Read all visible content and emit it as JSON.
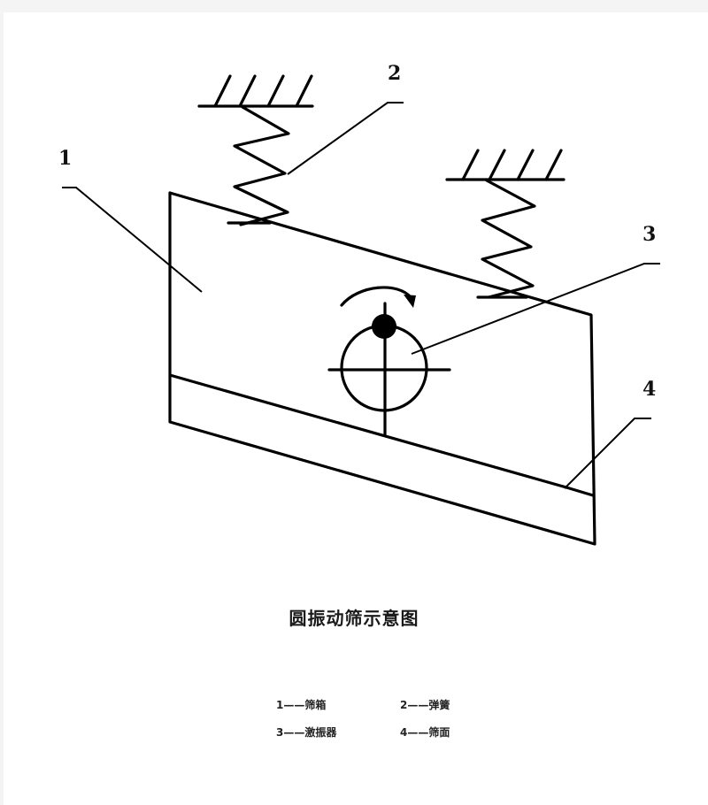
{
  "diagram": {
    "title": "圆振动筛示意图",
    "callouts": [
      {
        "number": "1",
        "target": "screen-box"
      },
      {
        "number": "2",
        "target": "spring"
      },
      {
        "number": "3",
        "target": "exciter"
      },
      {
        "number": "4",
        "target": "screen-deck"
      }
    ],
    "legend": [
      {
        "number": "1",
        "separator": "——",
        "label": "筛箱"
      },
      {
        "number": "2",
        "separator": "——",
        "label": "弹簧"
      },
      {
        "number": "3",
        "separator": "——",
        "label": "激振器"
      },
      {
        "number": "4",
        "separator": "——",
        "label": "筛面"
      }
    ],
    "colors": {
      "line": "#000000",
      "background": "#ffffff",
      "frame": "#f4f4f4"
    }
  }
}
